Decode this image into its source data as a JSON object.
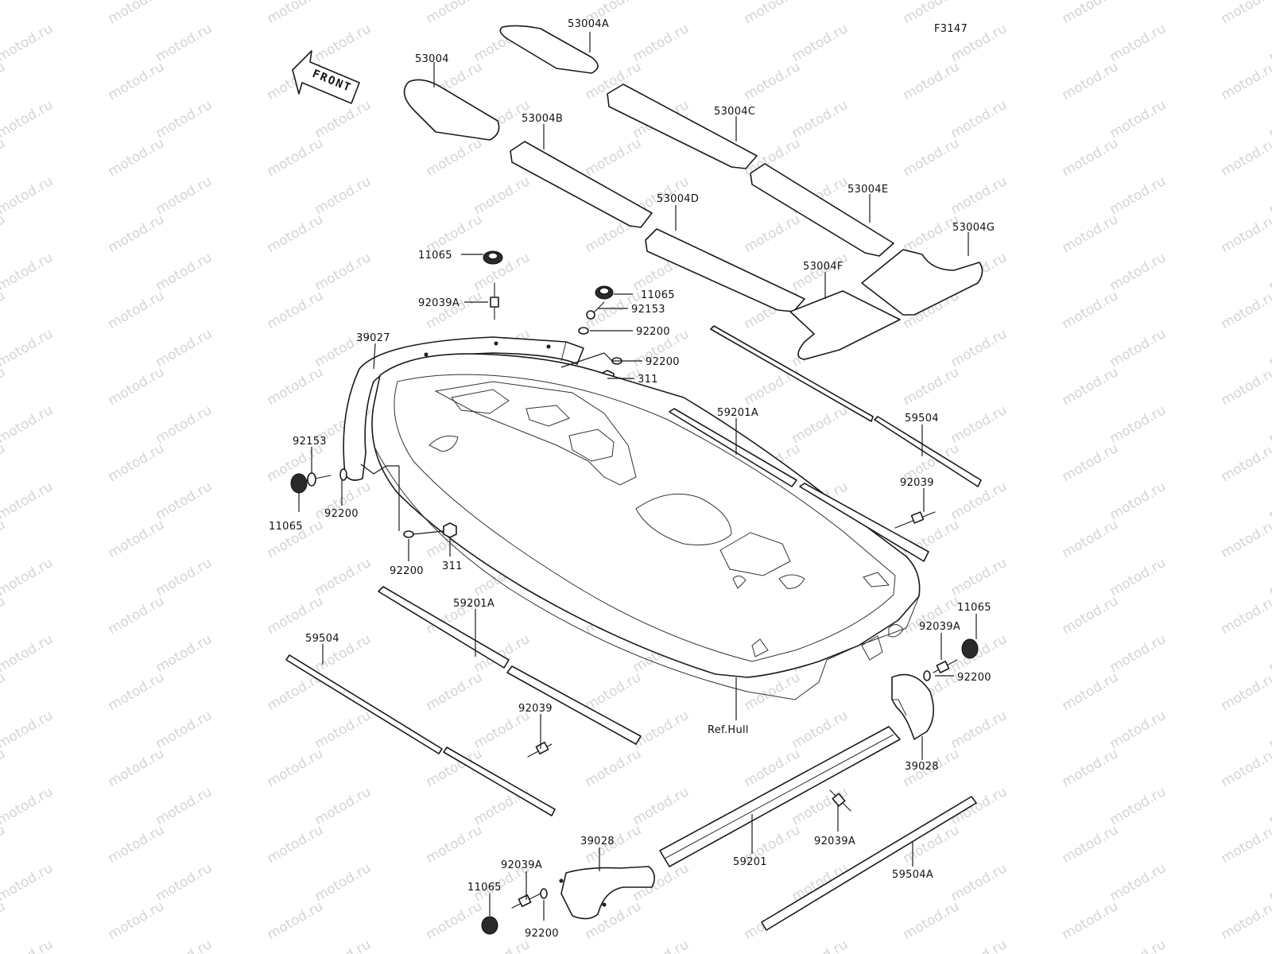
{
  "figure_code": "F3147",
  "watermark": "motod.ru",
  "front_label": "FRONT",
  "labels": {
    "p53004A": "53004A",
    "p53004": "53004",
    "p53004B": "53004B",
    "p53004C": "53004C",
    "p53004D": "53004D",
    "p53004E": "53004E",
    "p53004F": "53004F",
    "p53004G": "53004G",
    "p11065a": "11065",
    "p92039Aa": "92039A",
    "p11065b": "11065",
    "p92153a": "92153",
    "p92200a": "92200",
    "p39027": "39027",
    "p92200b": "92200",
    "p311a": "311",
    "p59201Aa": "59201A",
    "p59504a": "59504",
    "p92153b": "92153",
    "p92039a": "92039",
    "p92200c": "92200",
    "p11065c": "11065",
    "p92200d": "92200",
    "p311b": "311",
    "p59201Ab": "59201A",
    "p59504b": "59504",
    "p11065d": "11065",
    "p92039Ab": "92039A",
    "p92200e": "92200",
    "p92039b": "92039",
    "p39028a": "39028",
    "pRefHull": "Ref.Hull",
    "p92039Ac": "92039A",
    "p59201": "59201",
    "p59504A": "59504A",
    "p39028b": "39028",
    "p92039Ad": "92039A",
    "p11065e": "11065",
    "p92200f": "92200"
  }
}
